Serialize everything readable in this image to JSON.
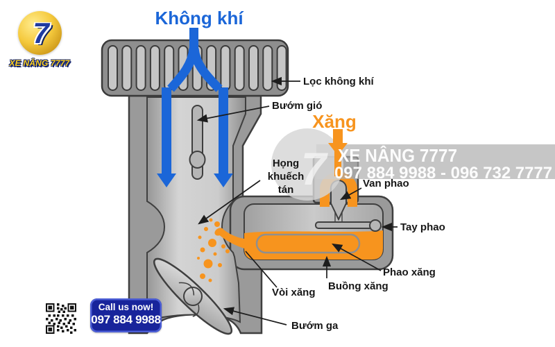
{
  "brand": {
    "logo_number": "7",
    "logo_text": "XE NÂNG 7777"
  },
  "flow_labels": {
    "air": "Không khí",
    "fuel": "Xăng"
  },
  "part_labels": {
    "air_filter": "Lọc không khí",
    "choke_valve": "Bướm gió",
    "venturi_line1": "Họng",
    "venturi_line2": "khuếch",
    "venturi_line3": "tán",
    "float_valve": "Van phao",
    "float_arm": "Tay phao",
    "float_buoy": "Phao xăng",
    "fuel_chamber": "Buồng xăng",
    "fuel_nozzle": "Vòi xăng",
    "throttle_valve": "Bướm ga"
  },
  "watermark": {
    "name": "XE NÂNG 7777",
    "phones": "097 884 9988 - 096 732 7777",
    "badge_number": "7"
  },
  "cta": {
    "line1": "Call us now!",
    "phone": "097 884 9988"
  },
  "colors": {
    "air_blue": "#1b66d8",
    "fuel_orange": "#f7941e",
    "body_gray": "#9a9a9a",
    "cta_navy": "#18249b"
  }
}
